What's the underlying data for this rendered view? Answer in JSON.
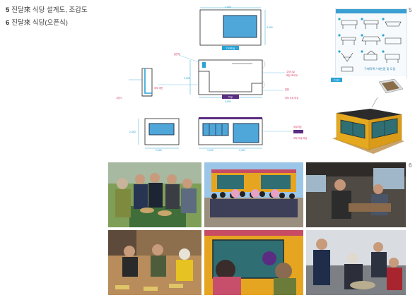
{
  "captions": [
    {
      "number": "5",
      "text": "진달來 식당 설계도, 조감도"
    },
    {
      "number": "6",
      "text": "진달來 식당(오픈식)"
    }
  ],
  "side_numbers": [
    "5",
    "6"
  ],
  "drawing": {
    "ceiling_tag": "Ceiling",
    "top_tag": "Top",
    "dims": [
      "2,400",
      "6,000",
      "3,000",
      "3,000",
      "2,600",
      "2,450",
      "1,200",
      "2,400"
    ]
  },
  "render_tag": "Fold",
  "manual_footer": "구매목록 / 제안품 및 도움",
  "colors": {
    "accent_blue": "#2aa3d6",
    "tag_purple": "#5b2d82",
    "container_yellow": "#e5a91f",
    "window_blue": "#4fa6d8"
  }
}
